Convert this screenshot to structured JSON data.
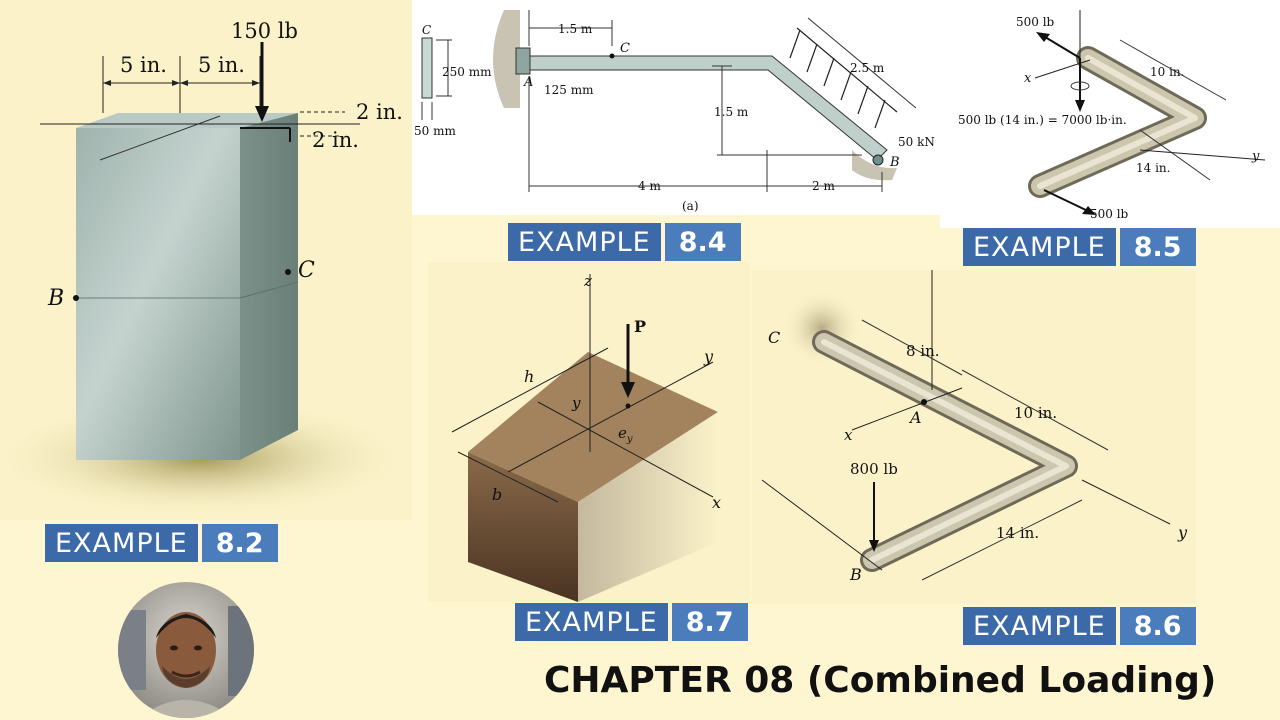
{
  "page_title": "CHAPTER 08 (Combined Loading)",
  "colors": {
    "background": "#fdf6d0",
    "tag_word": "#3c69a8",
    "tag_number": "#4b7dbd"
  },
  "examples": [
    {
      "word": "EXAMPLE",
      "number": "8.2"
    },
    {
      "word": "EXAMPLE",
      "number": "8.4"
    },
    {
      "word": "EXAMPLE",
      "number": "8.5"
    },
    {
      "word": "EXAMPLE",
      "number": "8.7"
    },
    {
      "word": "EXAMPLE",
      "number": "8.6"
    }
  ],
  "fig_8_2": {
    "load": "150 lb",
    "dim1": "5 in.",
    "dim2": "5 in.",
    "dim3": "2 in.",
    "dim4": "2 in.",
    "pointB": "B",
    "pointC": "C"
  },
  "fig_8_4": {
    "section_label": "C",
    "section_h": "250 mm",
    "section_w": "50 mm",
    "dim_top": "1.5 m",
    "pointC": "C",
    "pointA": "A",
    "dim_small": "125 mm",
    "dim_vert": "1.5 m",
    "dim_slope": "2.5 m",
    "load": "50 kN",
    "pointB": "B",
    "dim_4": "4 m",
    "dim_2": "2 m",
    "caption": "(a)"
  },
  "fig_8_5": {
    "load_top": "500 lb",
    "axis_x": "x",
    "dim_10": "10 in.",
    "moment": "500 lb (14 in.) = 7000 lb·in.",
    "dim_14": "14 in.",
    "axis_y": "y",
    "load_bottom": "500 lb"
  },
  "fig_8_7": {
    "axis_z": "z",
    "load": "P",
    "axis_y": "y",
    "dim_h": "h",
    "dim_y": "y",
    "dim_ey": "e",
    "dim_ey_sub": "y",
    "dim_b": "b",
    "axis_x": "x"
  },
  "fig_8_6": {
    "pointC": "C",
    "dim_8": "8 in.",
    "axis_x": "x",
    "pointA": "A",
    "dim_10": "10 in.",
    "load": "800 lb",
    "dim_14": "14 in.",
    "axis_y": "y",
    "pointB": "B"
  }
}
